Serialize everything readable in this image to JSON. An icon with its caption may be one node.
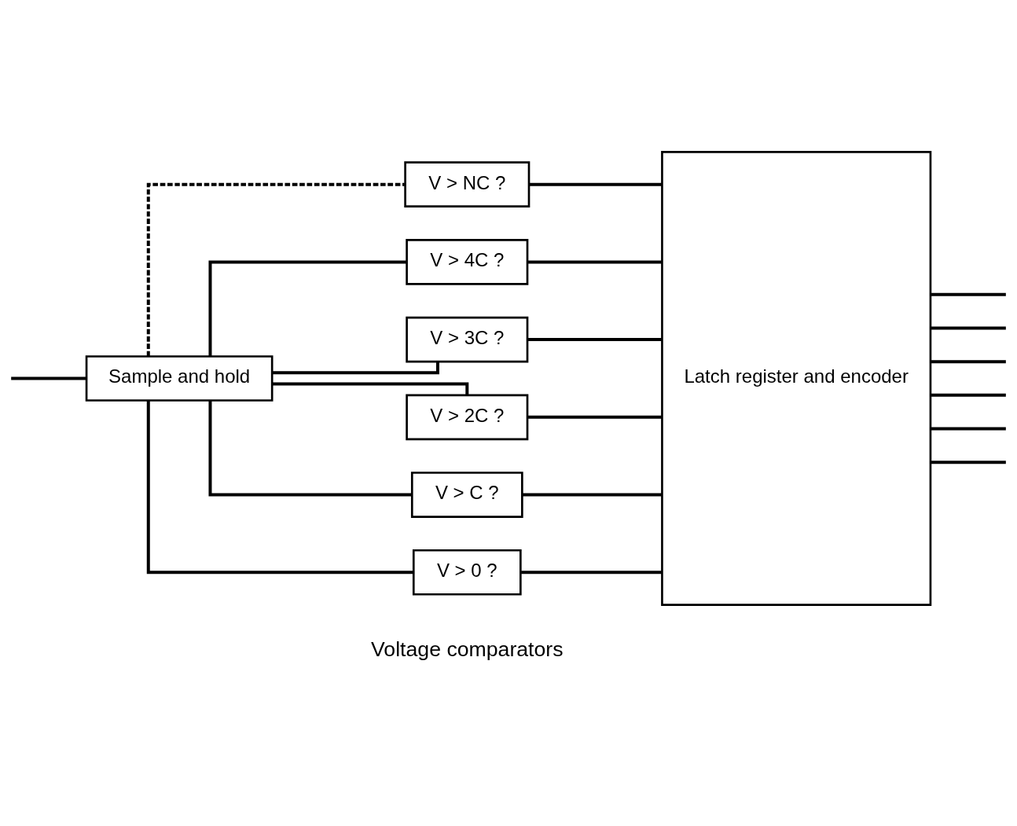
{
  "diagram": {
    "nodes": [
      {
        "text": [
          "Sample and hold"
        ]
      },
      {
        "text": [
          "V > NC ?"
        ]
      },
      {
        "text": [
          "V > 4C ?"
        ]
      },
      {
        "text": [
          "V > 3C ?"
        ]
      },
      {
        "text": [
          "V > 2C ?"
        ]
      },
      {
        "text": [
          "V > C ?"
        ]
      },
      {
        "text": [
          "V > 0 ?"
        ]
      },
      {
        "text": [
          "Latch register and encoder"
        ]
      }
    ],
    "edges": [
      {
        "from": null,
        "to": 0,
        "arrow": "none"
      },
      {
        "from": 0,
        "to": 1,
        "arrow": "none",
        "style": "dashed"
      },
      {
        "from": 0,
        "to": 2,
        "arrow": "none"
      },
      {
        "from": 0,
        "to": 3,
        "arrow": "none"
      },
      {
        "from": 0,
        "to": 4,
        "arrow": "none"
      },
      {
        "from": 0,
        "to": 5,
        "arrow": "none"
      },
      {
        "from": 0,
        "to": 6,
        "arrow": "none"
      },
      {
        "from": 1,
        "to": 7,
        "arrow": "none"
      },
      {
        "from": 2,
        "to": 7,
        "arrow": "none"
      },
      {
        "from": 3,
        "to": 7,
        "arrow": "none"
      },
      {
        "from": 4,
        "to": 7,
        "arrow": "none"
      },
      {
        "from": 5,
        "to": 7,
        "arrow": "none"
      },
      {
        "from": 6,
        "to": 7,
        "arrow": "none"
      },
      {
        "from": 7,
        "to": null,
        "arrow": "none"
      },
      {
        "from": 7,
        "to": null,
        "arrow": "none"
      },
      {
        "from": 7,
        "to": null,
        "arrow": "none"
      },
      {
        "from": 7,
        "to": null,
        "arrow": "none"
      },
      {
        "from": 7,
        "to": null,
        "arrow": "none"
      },
      {
        "from": 7,
        "to": null,
        "arrow": "none"
      }
    ],
    "labels": [
      "Voltage comparators"
    ]
  }
}
